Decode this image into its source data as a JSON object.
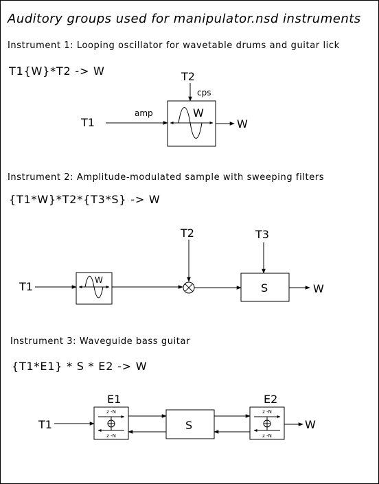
{
  "title": "Auditory groups used for manipulator.nsd instruments",
  "instrument1": {
    "heading": "Instrument 1:  Looping oscillator for wavetable drums and guitar lick",
    "expression": "T1{W}*T2  ->  W",
    "labels": {
      "t1": "T1",
      "t2": "T2",
      "cps": "cps",
      "amp": "amp",
      "osc": "W",
      "out": "W"
    }
  },
  "instrument2": {
    "heading": "Instrument 2:  Amplitude-modulated sample with sweeping filters",
    "expression": "{T1*W}*T2*{T3*S}   ->   W",
    "labels": {
      "t1": "T1",
      "t2": "T2",
      "t3": "T3",
      "osc": "W",
      "filter": "S",
      "out": "W"
    }
  },
  "instrument3": {
    "heading": "Instrument 3:  Waveguide bass guitar",
    "expression": "{T1*E1}  * S * E2  ->  W",
    "labels": {
      "t1": "T1",
      "e1": "E1",
      "e2": "E2",
      "s": "S",
      "out": "W",
      "z_top": "z -N",
      "z_bottom": "z -N"
    }
  }
}
